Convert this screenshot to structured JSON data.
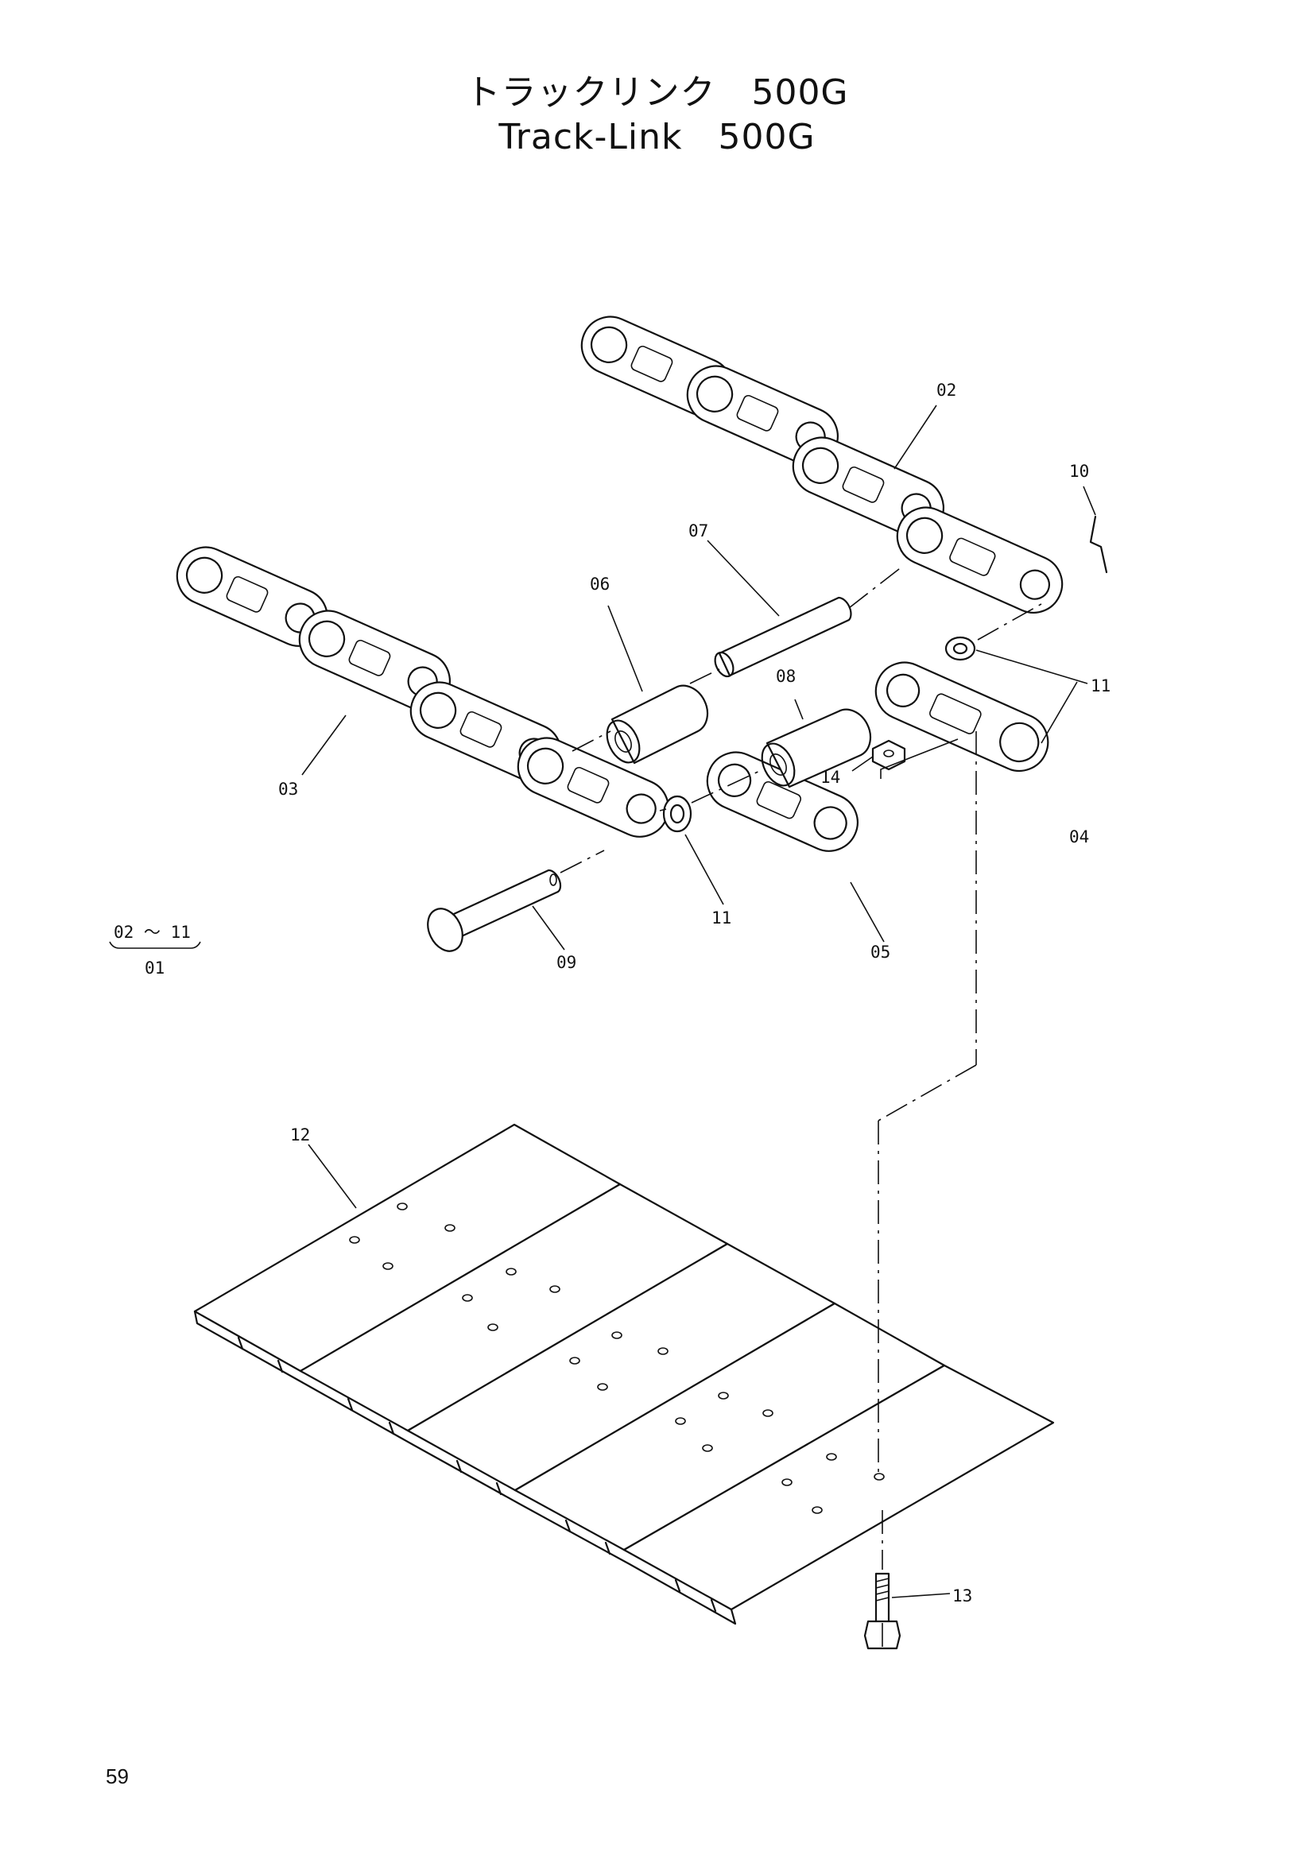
{
  "title": {
    "japanese": "トラックリンク　500G",
    "english": "Track-Link　500G"
  },
  "callouts": {
    "p02": "02",
    "p03": "03",
    "p04": "04",
    "p05": "05",
    "p06": "06",
    "p07": "07",
    "p08": "08",
    "p09": "09",
    "p10": "10",
    "p11a": "11",
    "p11b": "11",
    "p12": "12",
    "p13": "13",
    "p14": "14"
  },
  "assembly_note": {
    "numerator": "02 ～ 11",
    "denominator": "01"
  },
  "page_number": "59"
}
